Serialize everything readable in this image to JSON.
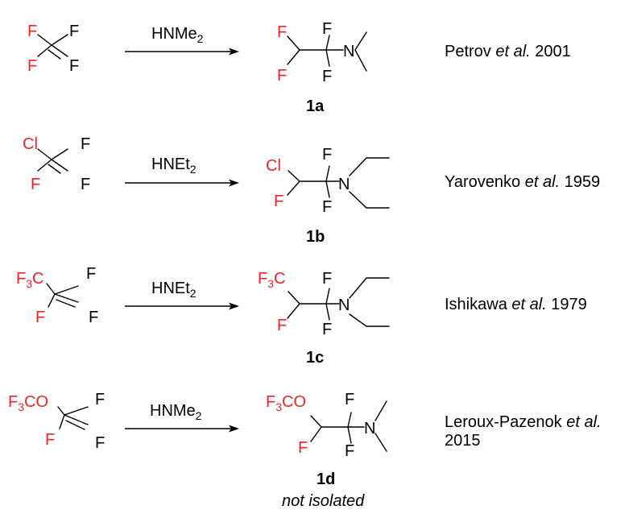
{
  "colors": {
    "heteroatom": "#e8262b",
    "bond": "#000000"
  },
  "reactions": [
    {
      "reagent": {
        "base": "HNMe",
        "sub": "2"
      },
      "reactant": {
        "tl": "F",
        "tr": "F",
        "bl": "F",
        "br": "F"
      },
      "product": {
        "sub1": "F",
        "sub2": "F",
        "f_top": "F",
        "f_bot": "F",
        "n": "N"
      },
      "label": "1a",
      "note": "",
      "citation": {
        "authors": "Petrov",
        "etal": "et al.",
        "year": "2001"
      }
    },
    {
      "reagent": {
        "base": "HNEt",
        "sub": "2"
      },
      "reactant": {
        "tl": "Cl",
        "tr": "F",
        "bl": "F",
        "br": "F"
      },
      "product": {
        "sub1": "Cl",
        "sub2": "F",
        "f_top": "F",
        "f_bot": "F",
        "n": "N"
      },
      "label": "1b",
      "note": "",
      "citation": {
        "authors": "Yarovenko",
        "etal": "et al.",
        "year": "1959"
      }
    },
    {
      "reagent": {
        "base": "HNEt",
        "sub": "2"
      },
      "reactant": {
        "tl_a": "F",
        "tl_sub": "3",
        "tl_b": "C",
        "tr": "F",
        "bl": "F",
        "br": "F"
      },
      "product": {
        "sub1_a": "F",
        "sub1_sub": "3",
        "sub1_b": "C",
        "sub2": "F",
        "f_top": "F",
        "f_bot": "F",
        "n": "N"
      },
      "label": "1c",
      "note": "",
      "citation": {
        "authors": "Ishikawa",
        "etal": "et al.",
        "year": "1979"
      }
    },
    {
      "reagent": {
        "base": "HNMe",
        "sub": "2"
      },
      "reactant": {
        "tl_a": "F",
        "tl_sub": "3",
        "tl_b": "CO",
        "tr": "F",
        "bl": "F",
        "br": "F"
      },
      "product": {
        "sub1_a": "F",
        "sub1_sub": "3",
        "sub1_b": "CO",
        "sub2": "F",
        "f_top": "F",
        "f_bot": "F",
        "n": "N"
      },
      "label": "1d",
      "note": "not isolated",
      "citation": {
        "authors": "Leroux-Pazenok",
        "etal": "et al.",
        "year": "2015"
      }
    }
  ]
}
